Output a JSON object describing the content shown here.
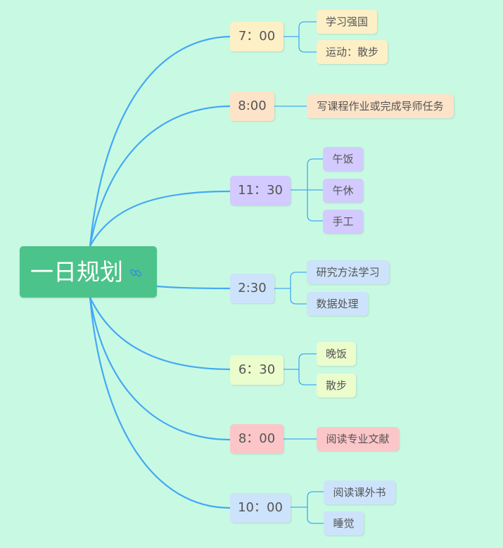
{
  "root": {
    "title": "一日规划"
  },
  "branches": [
    {
      "time": "7：00",
      "items": [
        "学习强国",
        "运动：散步"
      ]
    },
    {
      "time": "8:00",
      "items": [
        "写课程作业或完成导师任务"
      ]
    },
    {
      "time": "11：30",
      "items": [
        "午饭",
        "午休",
        "手工"
      ]
    },
    {
      "time": "2:30",
      "items": [
        "研究方法学习",
        "数据处理"
      ]
    },
    {
      "time": "6：30",
      "items": [
        "晚饭",
        "散步"
      ]
    },
    {
      "time": "8：00",
      "items": [
        "阅读专业文献"
      ]
    },
    {
      "time": "10：00",
      "items": [
        "阅读课外书",
        "睡觉"
      ]
    }
  ],
  "colors": {
    "background": "#c8fae3",
    "root": "#4cc38a",
    "connector": "#45a8f5"
  }
}
